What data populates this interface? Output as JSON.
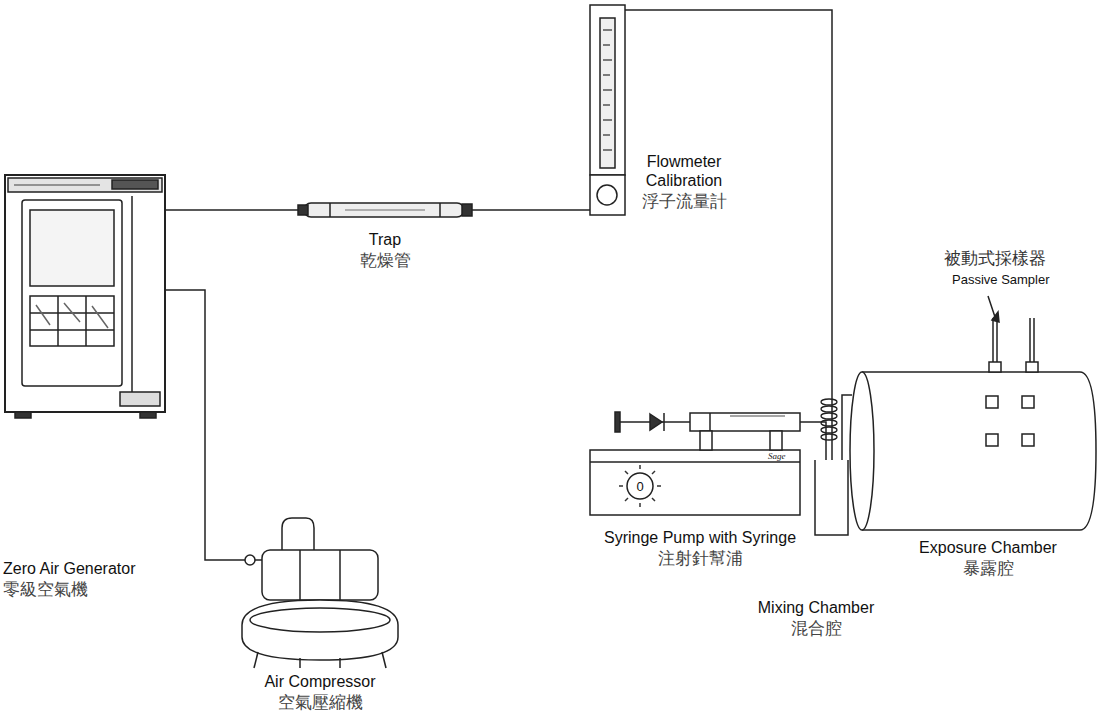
{
  "diagram": {
    "nodes": [
      {
        "text": [
          "Zero Air Generator",
          "零級空氣機"
        ]
      },
      {
        "text": [
          "Trap",
          "乾燥管"
        ]
      },
      {
        "text": [
          "Flowmeter Calibration",
          "浮子流量計"
        ]
      },
      {
        "text": [
          "Syringe Pump with Syringe",
          "注射針幫浦"
        ]
      },
      {
        "text": [
          "Mixing Chamber",
          "混合腔"
        ]
      },
      {
        "text": [
          "Exposure Chamber",
          "暴露腔"
        ]
      },
      {
        "text": [
          "Air Compressor",
          "空氣壓縮機"
        ]
      }
    ],
    "edges": [
      {
        "from": 6,
        "to": 0,
        "arrow": "none"
      },
      {
        "from": 0,
        "to": 1,
        "arrow": "none"
      },
      {
        "from": 1,
        "to": 2,
        "arrow": "none"
      },
      {
        "from": 2,
        "to": 4,
        "arrow": "none"
      },
      {
        "from": 3,
        "to": 4,
        "arrow": "none"
      },
      {
        "from": 4,
        "to": 5,
        "arrow": "none"
      }
    ],
    "labels": [
      "被動式採樣器",
      "Passive Sampler",
      "0",
      "Sage"
    ]
  }
}
